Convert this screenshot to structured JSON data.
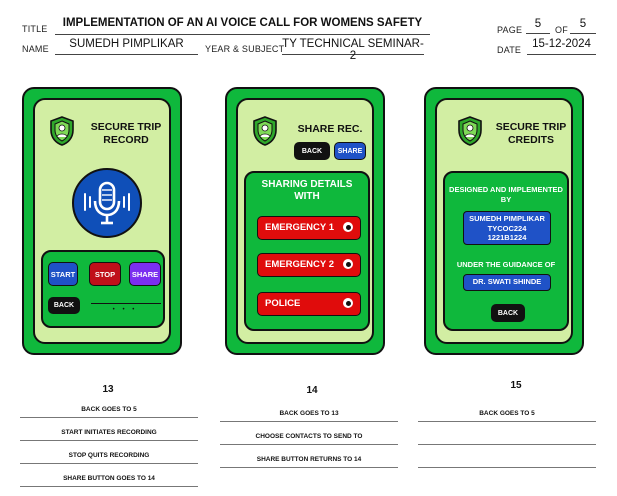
{
  "header": {
    "title_label": "TITLE",
    "title_value": "IMPLEMENTATION OF AN AI VOICE CALL FOR WOMENS SAFETY",
    "name_label": "NAME",
    "name_value": "SUMEDH PIMPLIKAR",
    "year_label": "YEAR & SUBJECT",
    "year_value": "TY TECHNICAL SEMINAR-2",
    "page_label": "PAGE",
    "page_value": "5",
    "of_label": "OF",
    "of_value": "5",
    "date_label": "DATE",
    "date_value": "15-12-2024"
  },
  "screens": [
    {
      "heading": "SECURE TRIP\nRECORD",
      "buttons": {
        "start": "START",
        "stop": "STOP",
        "share": "SHARE",
        "back": "BACK"
      },
      "progress_dots": "• • •"
    },
    {
      "heading": "SHARE REC.",
      "buttons": {
        "back": "BACK",
        "share": "SHARE"
      },
      "panel_title": "SHARING DETAILS\nWITH",
      "contacts": [
        "EMERGENCY 1",
        "EMERGENCY 2",
        "POLICE"
      ]
    },
    {
      "heading": "SECURE TRIP\nCREDITS",
      "designed_by": "DESIGNED AND IMPLEMENTED\nBY",
      "author_lines": [
        "SUMEDH PIMPLIKAR",
        "TYCOC224",
        "1221B1224"
      ],
      "guidance": "UNDER THE GUIDANCE OF",
      "guide": "DR. SWATI SHINDE",
      "back": "BACK"
    }
  ],
  "notes": [
    {
      "number": "13",
      "lines": [
        "BACK  GOES TO 5",
        "START INITIATES RECORDING",
        "STOP QUITS RECORDING",
        "SHARE BUTTON GOES TO 14"
      ]
    },
    {
      "number": "14",
      "lines": [
        "BACK  GOES TO 13",
        "CHOOSE CONTACTS TO SEND  TO",
        "SHARE BUTTON RETURNS TO 14"
      ]
    },
    {
      "number": "15",
      "lines": [
        "BACK  GOES TO 5",
        "",
        ""
      ]
    }
  ],
  "colors": {
    "phone_green": "#0fb83c",
    "screen_bg": "#d2eea3",
    "start_blue": "#1f52c7",
    "stop_red": "#c0101a",
    "share_purple": "#7b2ff0",
    "emergency_red": "#e00c0c",
    "mic_blue": "#0f4fb8"
  }
}
